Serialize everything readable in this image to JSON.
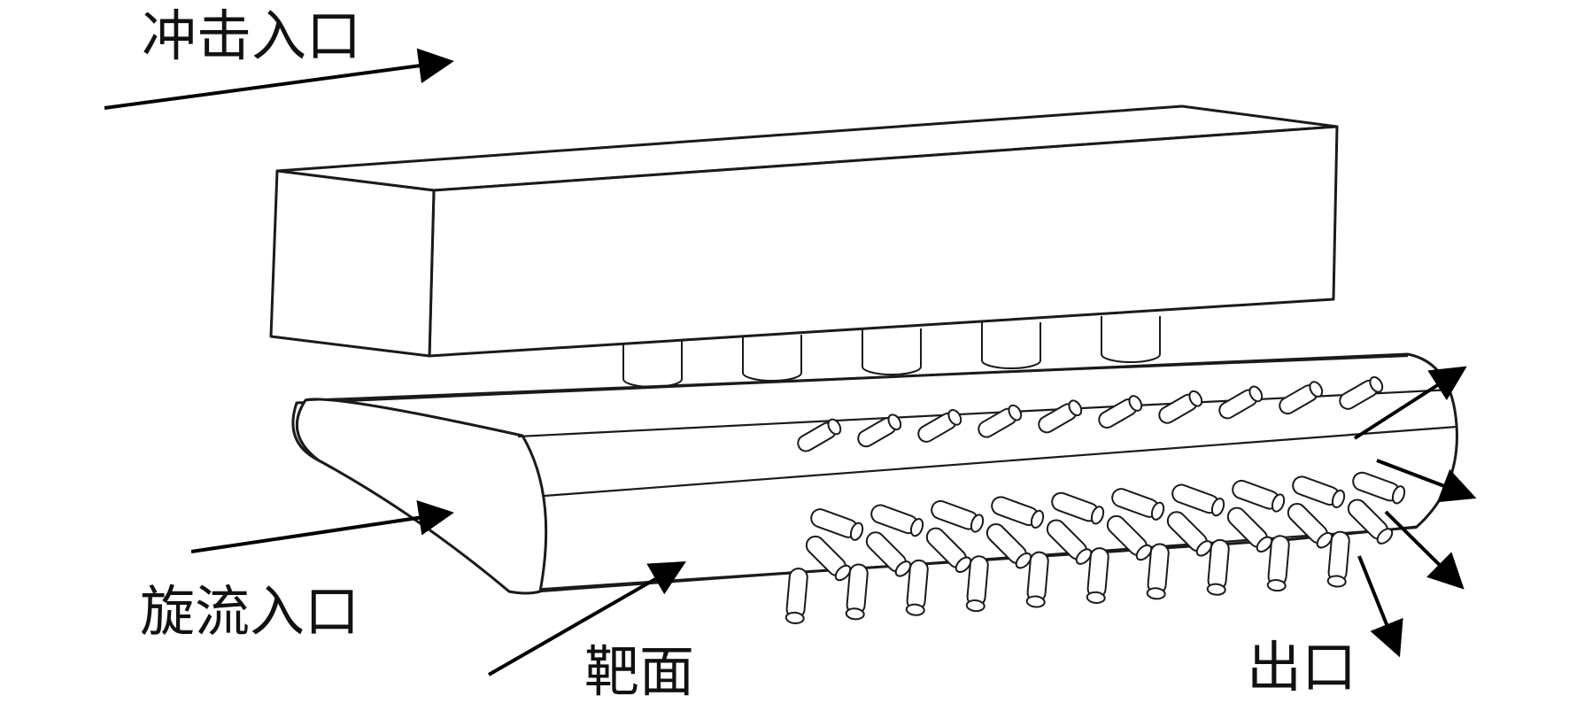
{
  "labels": {
    "impact_inlet": "冲击入口",
    "swirl_inlet": "旋流入口",
    "target_surface": "靶面",
    "outlet": "出口"
  },
  "colors": {
    "line": "#1a1a1a",
    "arrow": "#000000",
    "background": "#ffffff"
  },
  "counts": {
    "impact_nozzles": 5,
    "upper_film_holes": 10,
    "lower_film_holes_per_row": 10
  }
}
